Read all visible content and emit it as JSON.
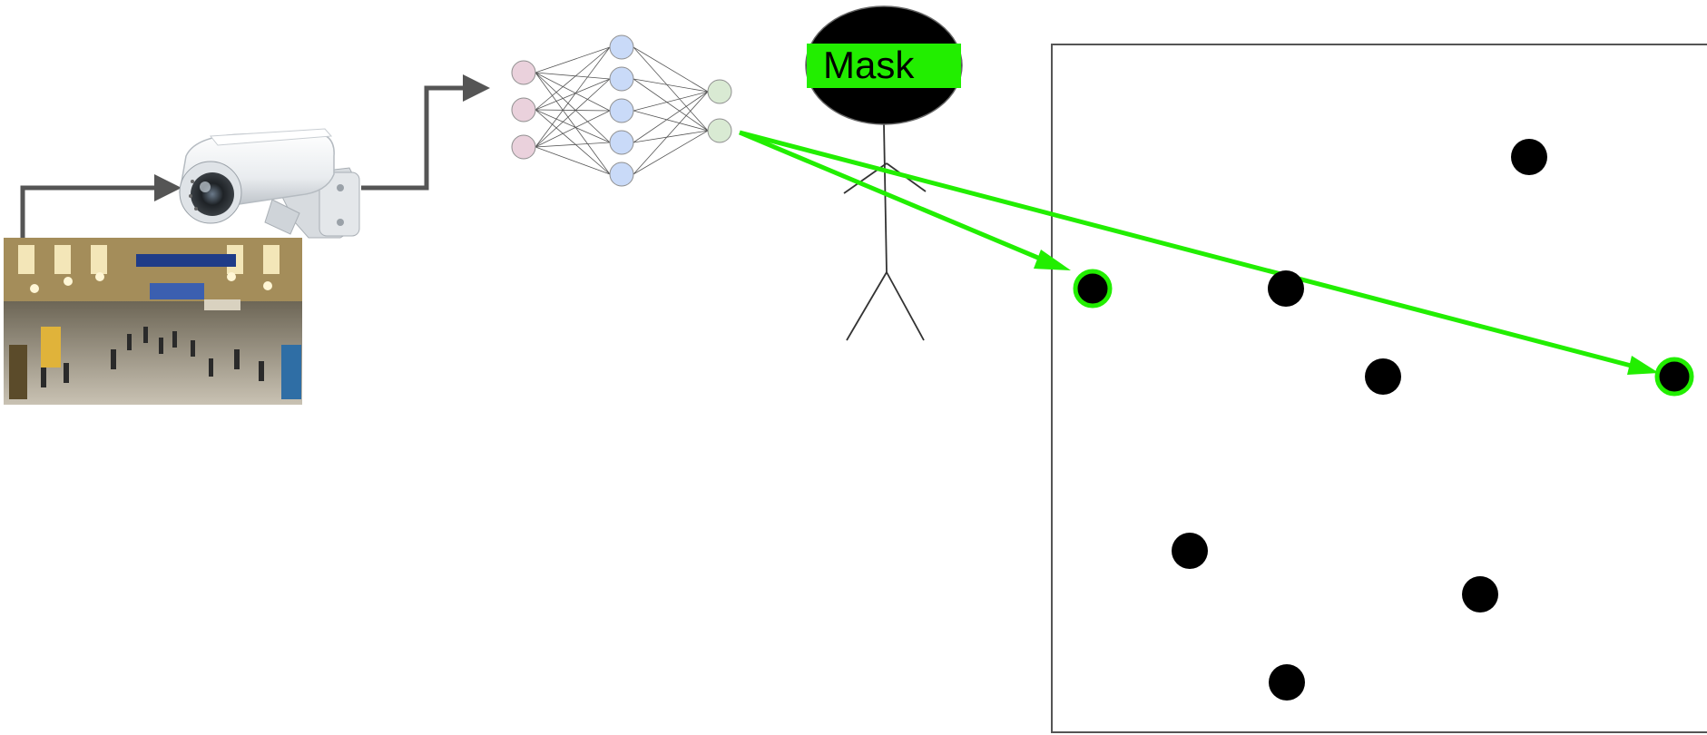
{
  "mask_label": "Mask",
  "colors": {
    "arrow_gray": "#555555",
    "highlight_green": "#22ee00",
    "input_node_fill": "#ead1dc",
    "hidden_node_fill": "#c9daf8",
    "output_node_fill": "#d9ead3",
    "dot_fill": "#000000"
  },
  "icons": {
    "camera": "security-camera-icon",
    "crowd_photo": "station-crowd-photo",
    "network": "neural-network-icon",
    "person": "stick-figure-icon"
  },
  "network": {
    "input_nodes": 3,
    "hidden_nodes": 5,
    "output_nodes": 2
  },
  "plot": {
    "dots": [
      {
        "id": "dot-1",
        "highlighted": true
      },
      {
        "id": "dot-2",
        "highlighted": false
      },
      {
        "id": "dot-3",
        "highlighted": false
      },
      {
        "id": "dot-4",
        "highlighted": false
      },
      {
        "id": "dot-5",
        "highlighted": true
      },
      {
        "id": "dot-6",
        "highlighted": false
      },
      {
        "id": "dot-7",
        "highlighted": false
      },
      {
        "id": "dot-8",
        "highlighted": false
      }
    ]
  }
}
